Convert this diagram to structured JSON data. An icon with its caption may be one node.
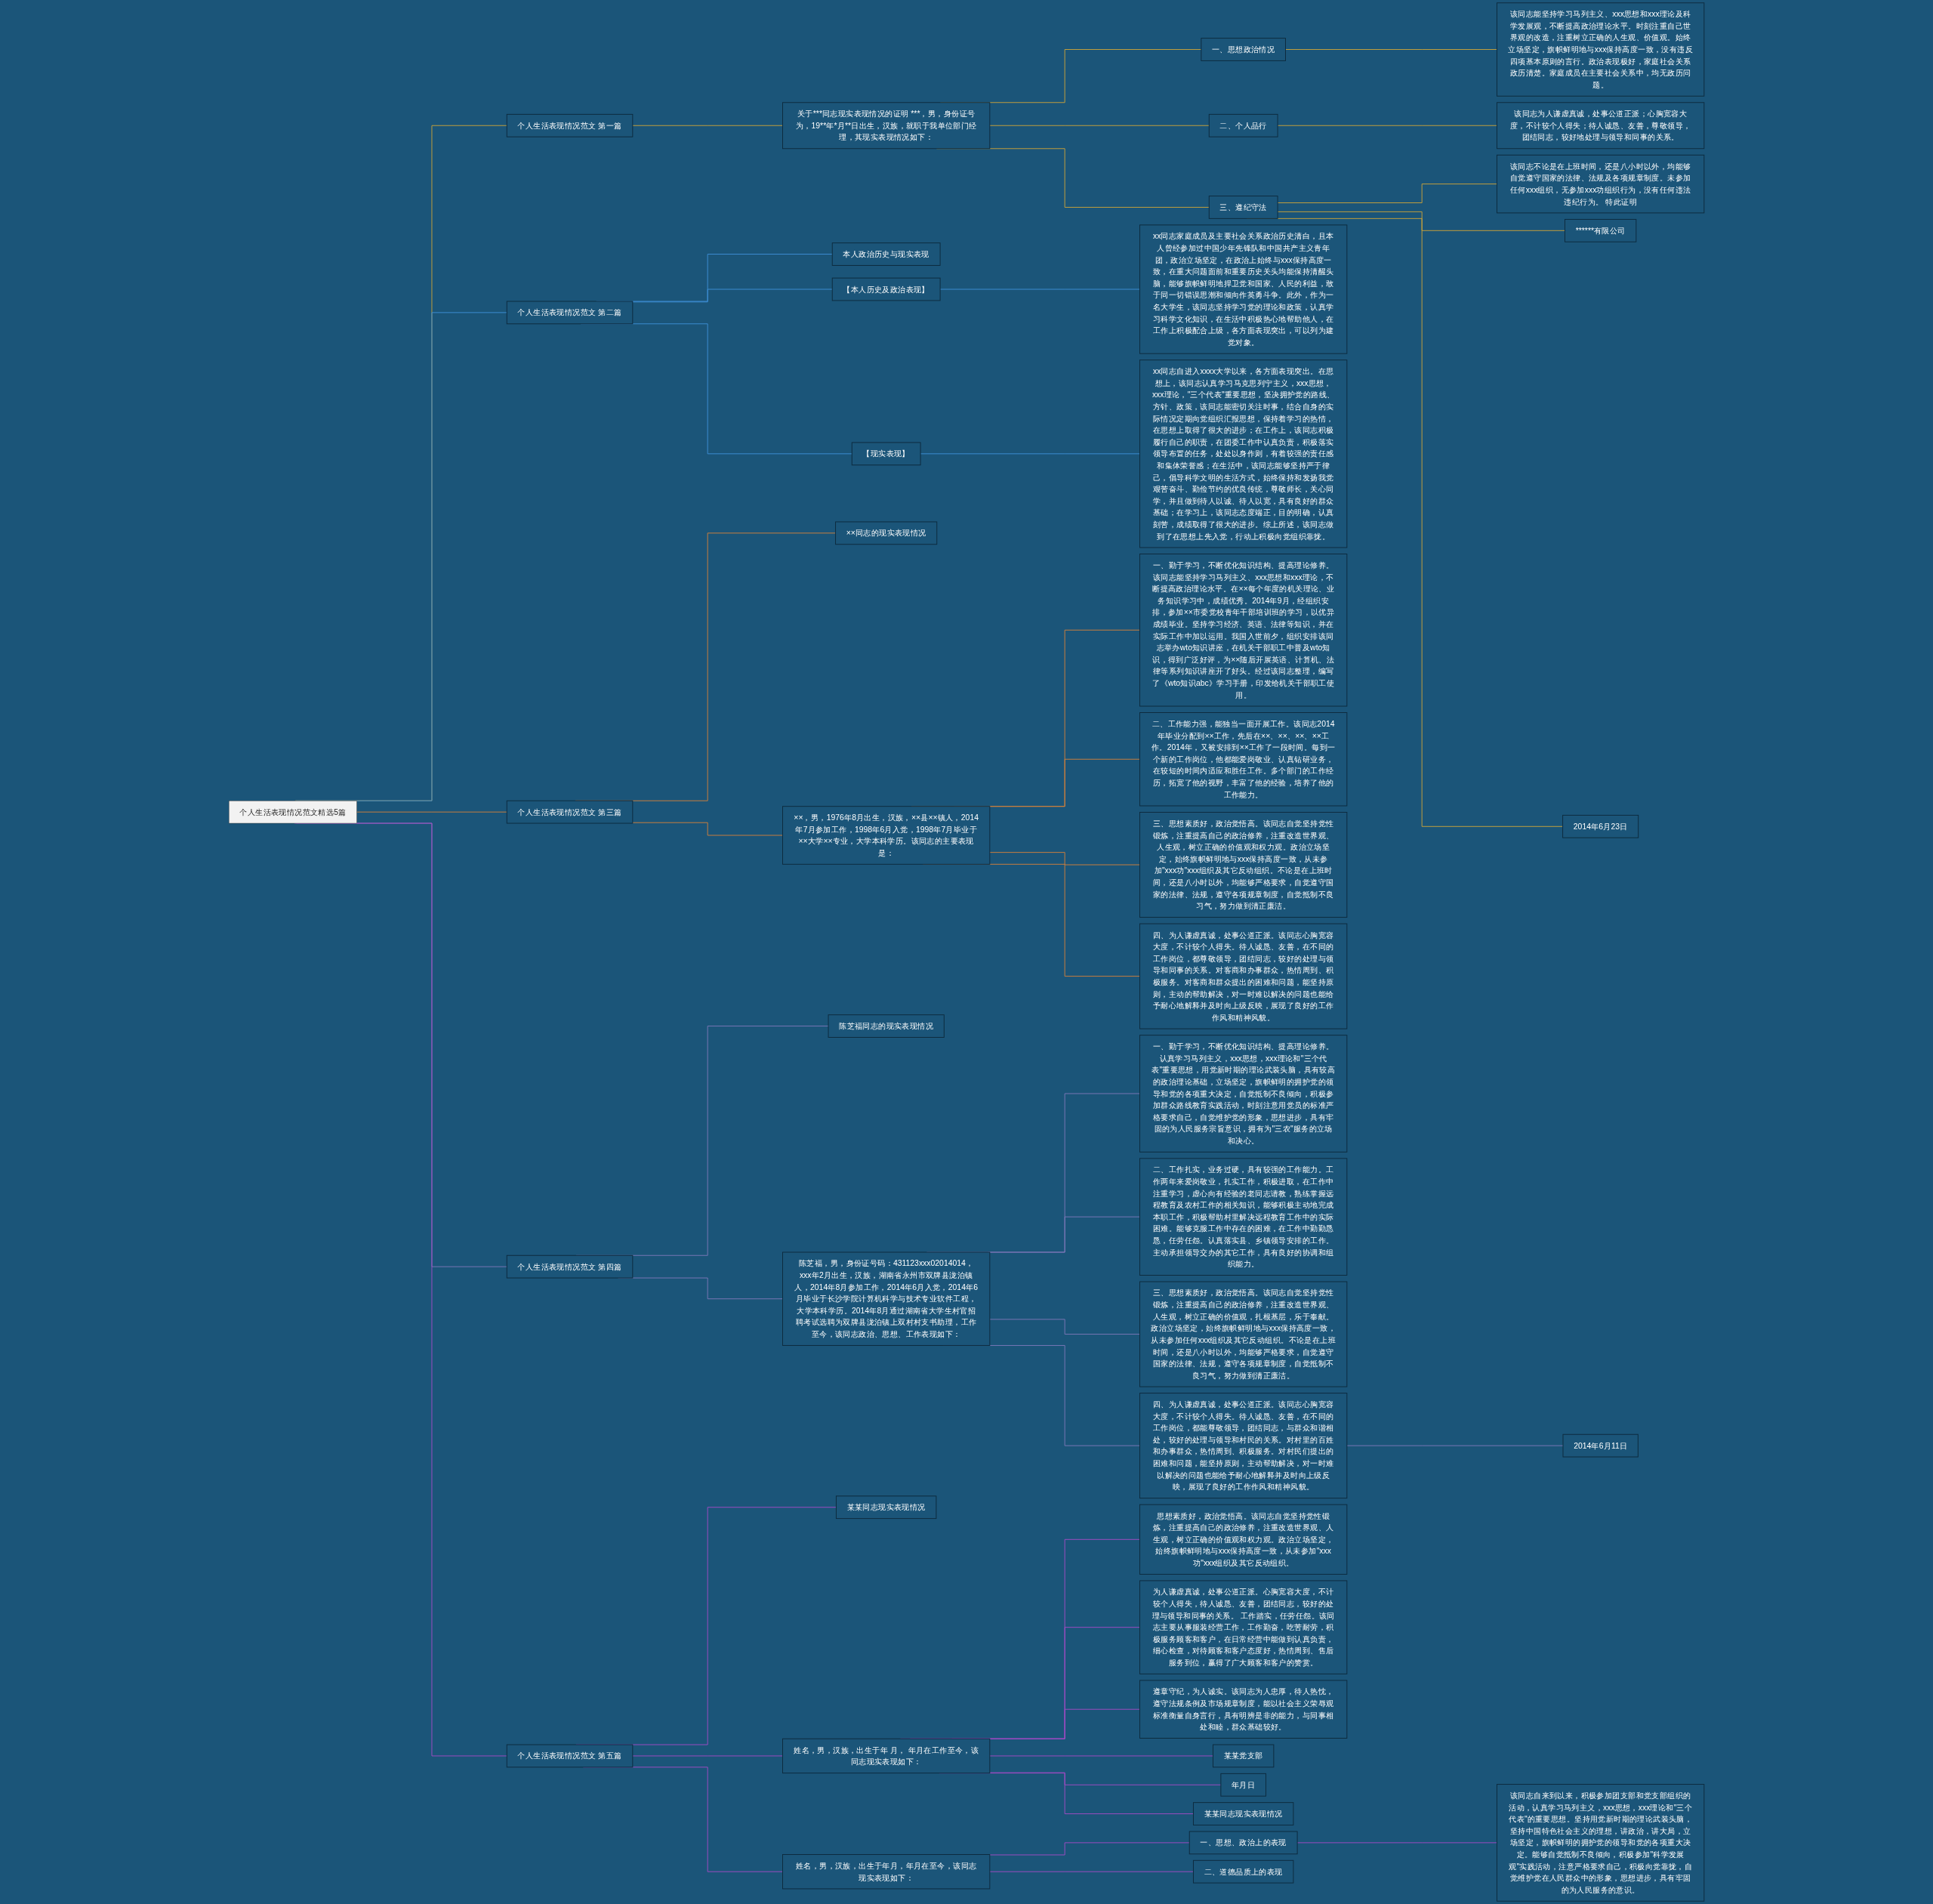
{
  "diagram": {
    "nodes": [
      {
        "text": [
          "个人生活表现情况范文精选5篇"
        ]
      },
      {
        "text": [
          "个人生活表现情况范文 第一篇"
        ]
      },
      {
        "text": [
          "关于***同志现实表现情况的证明 ***，男，身份证号为，19**年*月**日出生，汉族，就职于我单位部门经理，其现实表现情况如下："
        ]
      },
      {
        "text": [
          "一、思想政治情况"
        ]
      },
      {
        "text": [
          "该同志能坚持学习马列主义、xxx思想和xxx理论及科学发展观，不断提高政治理论水平。时刻注重自己世界观的改造，注重树立正确的人生观、价值观。始终立场坚定，旗帜鲜明地与xxx保持高度一致，没有违反四项基本原则的言行。政治表现极好，家庭社会关系政历清楚。家庭成员在主要社会关系中，均无政历问题。"
        ]
      },
      {
        "text": [
          "二、个人品行"
        ]
      },
      {
        "text": [
          "该同志为人谦虚真诚，处事公道正派；心胸宽容大度，不计较个人得失；待人诚恳、友善，尊敬领导，团结同志，较好地处理与领导和同事的关系。"
        ]
      },
      {
        "text": [
          "三、遵纪守法"
        ]
      },
      {
        "text": [
          "该同志不论是在上班时间，还是八小时以外，均能够自觉遵守国家的法律、法规及各项规章制度。未参加任何xxx组织，无参加xxx功组织行为，没有任何违法违纪行为。 特此证明"
        ]
      },
      {
        "text": [
          "******有限公司"
        ]
      },
      {
        "text": [
          "2014年6月23日"
        ]
      },
      {
        "text": [
          "个人生活表现情况范文 第二篇"
        ]
      },
      {
        "text": [
          "本人政治历史与现实表现"
        ]
      },
      {
        "text": [
          "【本人历史及政治表现】"
        ]
      },
      {
        "text": [
          "xx同志家庭成员及主要社会关系政治历史清白，且本人曾经参加过中国少年先锋队和中国共产主义青年团，政治立场坚定，在政治上始终与xxx保持高度一致，在重大问题面前和重要历史关头均能保持清醒头脑，能够旗帜鲜明地捍卫党和国家、人民的利益，敢于同一切错误思潮和倾向作英勇斗争。此外，作为一名大学生，该同志坚持学习党的理论和政策，认真学习科学文化知识，在生活中积极热心地帮助他人，在工作上积极配合上级，各方面表现突出，可以列为建党对象。"
        ]
      },
      {
        "text": [
          "【现实表现】"
        ]
      },
      {
        "text": [
          "xx同志自进入xxxx大学以来，各方面表现突出。在思想上，该同志认真学习马克思列宁主义，xxx思想，xxx理论，\"三个代表\"重要思想，坚决拥护党的路线、方针、政策，该同志能密切关注时事，结合自身的实际情况定期向党组织汇报思想，保持着学习的热情，在思想上取得了很大的进步；在工作上，该同志积极履行自己的职责，在团委工作中认真负责，积极落实领导布置的任务，处处以身作则，有着较强的责任感和集体荣誉感；在生活中，该同志能够坚持严于律己，倡导科学文明的生活方式，始终保持和发扬我党艰苦奋斗、勤俭节约的优良传统，尊敬师长，关心同学，并且做到待人以诚、待人以宽，具有良好的群众基础；在学习上，该同志态度端正，目的明确，认真刻苦，成绩取得了很大的进步。综上所述，该同志做到了在思想上先入党，行动上积极向党组织靠拢。"
        ]
      },
      {
        "text": [
          "个人生活表现情况范文 第三篇"
        ]
      },
      {
        "text": [
          "××同志的现实表现情况"
        ]
      },
      {
        "text": [
          "××，男，1976年8月出生，汉族，××县××镇人，2014年7月参加工作，1998年6月入党，1998年7月毕业于××大学××专业，大学本科学历。该同志的主要表现是："
        ]
      },
      {
        "text": [
          "一、勤于学习，不断优化知识结构、提高理论修养。该同志能坚持学习马列主义、xxx思想和xxx理论，不断提高政治理论水平。在××每个年度的机关理论、业务知识学习中，成绩优秀。2014年9月，经组织安排，参加××市委党校青年干部培训班的学习，以优异成绩毕业。坚持学习经济、英语、法律等知识，并在实际工作中加以运用。我国入世前夕，组织安排该同志举办wto知识讲座，在机关干部职工中普及wto知识，得到广泛好评，为××随后开展英语、计算机、法律等系列知识讲座开了好头。经过该同志整理，编写了《wto知识abc》学习手册，印发给机关干部职工使用。"
        ]
      },
      {
        "text": [
          "二、工作能力强，能独当一面开展工作。该同志2014年毕业分配到××工作，先后在××、××、××、××工作。2014年，又被安排到××工作了一段时间。每到一个新的工作岗位，他都能爱岗敬业、认真钻研业务，在较短的时间内适应和胜任工作。多个部门的工作经历，拓宽了他的视野，丰富了他的经验，培养了他的工作能力。"
        ]
      },
      {
        "text": [
          "三、思想素质好，政治觉悟高。该同志自觉坚持党性锻炼，注重提高自己的政治修养，注重改造世界观、人生观，树立正确的价值观和权力观。政治立场坚定，始终旗帜鲜明地与xxx保持高度一致，从未参加\"xxx功\"xxx组织及其它反动组织。不论是在上班时间，还是八小时以外，均能够严格要求，自觉遵守国家的法律、法规，遵守各项规章制度，自觉抵制不良习气，努力做到清正廉洁。"
        ]
      },
      {
        "text": [
          "四、为人谦虚真诚，处事公道正派。该同志心胸宽容大度，不计较个人得失。待人诚恳、友善，在不同的工作岗位，都尊敬领导，团结同志，较好的处理与领导和同事的关系。对客商和办事群众，热情周到、积极服务。对客商和群众提出的困难和问题，能坚持原则，主动的帮助解决，对一时难以解决的问题也能给予耐心地解释并及时向上级反映，展现了良好的工作作风和精神风貌。"
        ]
      },
      {
        "text": [
          "个人生活表现情况范文 第四篇"
        ]
      },
      {
        "text": [
          "陈芝福同志的现实表现情况"
        ]
      },
      {
        "text": [
          "陈芝福，男，身份证号码：431123xxx02014014，xxx年2月出生，汉族，湖南省永州市双牌县泷泊镇人，2014年8月参加工作，2014年6月入党，2014年6月毕业于长沙学院计算机科学与技术专业软件工程，大学本科学历。2014年8月通过湖南省大学生村官招聘考试选聘为双牌县泷泊镇上双村村支书助理，工作至今，该同志政治、思想、工作表现如下："
        ]
      },
      {
        "text": [
          "一、勤于学习，不断优化知识结构、提高理论修养。认真学习马列主义，xxx思想，xxx理论和\"三个代表\"重要思想，用党新时期的理论武装头脑，具有较高的政治理论基础，立场坚定，旗帜鲜明的拥护党的领导和党的各项重大决定，自觉抵制不良倾向，积极参加群众路线教育实践活动，时刻注意用党员的标准严格要求自己，自觉维护党的形象，思想进步，具有牢固的为人民服务宗旨意识，拥有为\"三农\"服务的立场和决心。"
        ]
      },
      {
        "text": [
          "二、工作扎实，业务过硬，具有较强的工作能力。工作两年来爱岗敬业，扎实工作，积极进取，在工作中注重学习，虚心向有经验的老同志请教，熟练掌握远程教育及农村工作的相关知识，能够积极主动地完成本职工作，积极帮助村里解决远程教育工作中的实际困难。能够克服工作中存在的困难，在工作中勤勤恳恳，任劳任怨。认真落实县、乡镇领导安排的工作。主动承担领导交办的其它工作，具有良好的协调和组织能力。"
        ]
      },
      {
        "text": [
          "三、思想素质好，政治觉悟高。该同志自觉坚持党性锻炼，注重提高自己的政治修养，注重改造世界观、人生观，树立正确的价值观，扎根基层，乐于奉献。政治立场坚定，始终旗帜鲜明地与xxx保持高度一致，从未参加任何xxx组织及其它反动组织。不论是在上班时间，还是八小时以外，均能够严格要求，自觉遵守国家的法律、法规，遵守各项规章制度，自觉抵制不良习气，努力做到清正廉洁。"
        ]
      },
      {
        "text": [
          "四、为人谦虚真诚，处事公道正派。该同志心胸宽容大度，不计较个人得失。待人诚恳、友善，在不同的工作岗位，都能尊敬领导，团结同志，与群众和谐相处，较好的处理与领导和村民的关系。对村里的百姓和办事群众，热情周到、积极服务。对村民们提出的困难和问题，能坚持原则，主动帮助解决，对一时难以解决的问题也能给予耐心地解释并及时向上级反映，展现了良好的工作作风和精神风貌。"
        ]
      },
      {
        "text": [
          "2014年6月11日"
        ]
      },
      {
        "text": [
          "个人生活表现情况范文 第五篇"
        ]
      },
      {
        "text": [
          "某某同志现实表现情况"
        ]
      },
      {
        "text": [
          "姓名，男，汉族，出生于年 月， 年月在工作至今，该同志现实表现如下："
        ]
      },
      {
        "text": [
          "思想素质好，政治觉悟高。该同志自觉坚持党性锻炼，注重提高自己的政治修养，注重改造世界观、人生观，树立正确的价值观和权力观。政治立场坚定，始终旗帜鲜明地与xxx保持高度一致，从未参加\"xxx功\"xxx组织及其它反动组织。"
        ]
      },
      {
        "text": [
          "为人谦虚真诚，处事公道正派。心胸宽容大度，不计较个人得失，待人诚恳、友善，团结同志，较好的处理与领导和同事的关系。 工作踏实，任劳任怨。该同志主要从事服装经营工作，工作勤奋，吃苦耐劳，积极服务顾客和客户，在日常经营中能做到认真负责，细心检查，对待顾客和客户态度好，热情周到、售后服务到位，赢得了广大顾客和客户的赞赏。"
        ]
      },
      {
        "text": [
          "遵章守纪，为人诚实。该同志为人忠厚，待人热忱，遵守法规条例及市场规章制度，能以社会主义荣辱观标准衡量自身言行，具有明辨是非的能力，与同事相处和睦，群众基础较好。"
        ]
      },
      {
        "text": [
          "某某党支部"
        ]
      },
      {
        "text": [
          "年月日"
        ]
      },
      {
        "text": [
          "某某同志现实表现情况"
        ]
      },
      {
        "text": [
          "姓名，男，汉族，出生于年月，年月在至今，该同志现实表现如下："
        ]
      },
      {
        "text": [
          "一、思想、政治上的表现"
        ]
      },
      {
        "text": [
          "该同志自来到以来，积极参加团支部和党支部组织的活动，认真学习马列主义，xxx思想，xxx理论和\"三个代表\"的重要思想。坚持用党新时期的理论武装头脑，坚持中国特色社会主义的理想，讲政治，讲大局，立场坚定，旗帜鲜明的拥护党的领导和党的各项重大决定。能够自觉抵制不良倾向，积极参加\"科学发展观\"实践活动，注意严格要求自己，积极向党靠拢，自觉维护党在人民群众中的形象，思想进步，具有牢固的为人民服务的意识。"
        ]
      },
      {
        "text": [
          "二、道德品质上的表现"
        ]
      }
    ],
    "edges": [
      {
        "from": 0,
        "to": 1,
        "arrow": "none",
        "color": "#c9a23a"
      },
      {
        "from": 1,
        "to": 2,
        "arrow": "none",
        "color": "#c9a23a"
      },
      {
        "from": 2,
        "to": 3,
        "arrow": "none",
        "color": "#c9a23a"
      },
      {
        "from": 3,
        "to": 4,
        "arrow": "none",
        "color": "#c9a23a"
      },
      {
        "from": 2,
        "to": 5,
        "arrow": "none",
        "color": "#c9a23a"
      },
      {
        "from": 5,
        "to": 6,
        "arrow": "none",
        "color": "#c9a23a"
      },
      {
        "from": 2,
        "to": 7,
        "arrow": "none",
        "color": "#c9a23a"
      },
      {
        "from": 7,
        "to": 8,
        "arrow": "none",
        "color": "#c9a23a"
      },
      {
        "from": 7,
        "to": 9,
        "arrow": "none",
        "color": "#c9a23a"
      },
      {
        "from": 7,
        "to": 10,
        "arrow": "none",
        "color": "#c9a23a"
      },
      {
        "from": 0,
        "to": 11,
        "arrow": "none",
        "color": "#3d8fd6"
      },
      {
        "from": 11,
        "to": 12,
        "arrow": "none",
        "color": "#3d8fd6"
      },
      {
        "from": 11,
        "to": 13,
        "arrow": "none",
        "color": "#3d8fd6"
      },
      {
        "from": 13,
        "to": 14,
        "arrow": "none",
        "color": "#3d8fd6"
      },
      {
        "from": 11,
        "to": 15,
        "arrow": "none",
        "color": "#3d8fd6"
      },
      {
        "from": 15,
        "to": 16,
        "arrow": "none",
        "color": "#3d8fd6"
      },
      {
        "from": 0,
        "to": 17,
        "arrow": "none",
        "color": "#d0803c"
      },
      {
        "from": 17,
        "to": 18,
        "arrow": "none",
        "color": "#d0803c"
      },
      {
        "from": 17,
        "to": 19,
        "arrow": "none",
        "color": "#d0803c"
      },
      {
        "from": 19,
        "to": 20,
        "arrow": "none",
        "color": "#d0803c"
      },
      {
        "from": 19,
        "to": 21,
        "arrow": "none",
        "color": "#d0803c"
      },
      {
        "from": 19,
        "to": 22,
        "arrow": "none",
        "color": "#d0803c"
      },
      {
        "from": 19,
        "to": 23,
        "arrow": "none",
        "color": "#d0803c"
      },
      {
        "from": 0,
        "to": 24,
        "arrow": "none",
        "color": "#7d78b8"
      },
      {
        "from": 24,
        "to": 25,
        "arrow": "none",
        "color": "#7d78b8"
      },
      {
        "from": 24,
        "to": 26,
        "arrow": "none",
        "color": "#7d78b8"
      },
      {
        "from": 26,
        "to": 27,
        "arrow": "none",
        "color": "#7d78b8"
      },
      {
        "from": 26,
        "to": 28,
        "arrow": "none",
        "color": "#7d78b8"
      },
      {
        "from": 26,
        "to": 29,
        "arrow": "none",
        "color": "#7d78b8"
      },
      {
        "from": 26,
        "to": 30,
        "arrow": "none",
        "color": "#7d78b8"
      },
      {
        "from": 30,
        "to": 31,
        "arrow": "none",
        "color": "#7d78b8"
      },
      {
        "from": 0,
        "to": 32,
        "arrow": "none",
        "color": "#a24bc4"
      },
      {
        "from": 32,
        "to": 33,
        "arrow": "none",
        "color": "#a24bc4"
      },
      {
        "from": 32,
        "to": 34,
        "arrow": "none",
        "color": "#a24bc4"
      },
      {
        "from": 34,
        "to": 35,
        "arrow": "none",
        "color": "#a24bc4"
      },
      {
        "from": 34,
        "to": 36,
        "arrow": "none",
        "color": "#a24bc4"
      },
      {
        "from": 34,
        "to": 37,
        "arrow": "none",
        "color": "#a24bc4"
      },
      {
        "from": 34,
        "to": 38,
        "arrow": "none",
        "color": "#a24bc4"
      },
      {
        "from": 34,
        "to": 39,
        "arrow": "none",
        "color": "#a24bc4"
      },
      {
        "from": 34,
        "to": 40,
        "arrow": "none",
        "color": "#a24bc4"
      },
      {
        "from": 32,
        "to": 41,
        "arrow": "none",
        "color": "#a24bc4"
      },
      {
        "from": 41,
        "to": 42,
        "arrow": "none",
        "color": "#a24bc4"
      },
      {
        "from": 42,
        "to": 43,
        "arrow": "none",
        "color": "#a24bc4"
      },
      {
        "from": 41,
        "to": 44,
        "arrow": "none",
        "color": "#a24bc4"
      }
    ]
  }
}
